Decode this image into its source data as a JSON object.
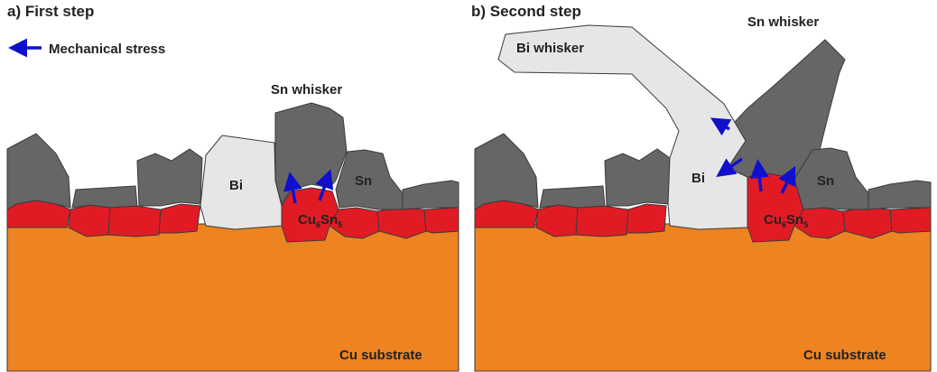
{
  "colors": {
    "substrate": "#ee8322",
    "imc": "#e11b24",
    "sn": "#666666",
    "bi": "#e6e6e6",
    "arrow": "#1010cc",
    "outline": "#3a3a3a"
  },
  "legend": {
    "arrow_label": "Mechanical stress"
  },
  "panel_a": {
    "title": "a) First step",
    "sn_whisker": "Sn whisker",
    "bi": "Bi",
    "sn": "Sn",
    "imc_base": "Cu",
    "imc_sub1": "6",
    "imc_mid": "Sn",
    "imc_sub2": "5",
    "substrate": "Cu substrate"
  },
  "panel_b": {
    "title": "b) Second step",
    "bi_whisker": "Bi whisker",
    "sn_whisker": "Sn whisker",
    "bi": "Bi",
    "sn": "Sn",
    "imc_base": "Cu",
    "imc_sub1": "6",
    "imc_mid": "Sn",
    "imc_sub2": "5",
    "substrate": "Cu substrate"
  }
}
